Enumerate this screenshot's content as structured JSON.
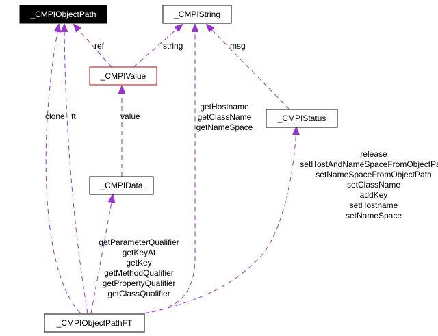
{
  "nodes": {
    "object_path": "_CMPIObjectPath",
    "string": "_CMPIString",
    "value": "_CMPIValue",
    "status": "_CMPIStatus",
    "data": "_CMPIData",
    "object_path_ft": "_CMPIObjectPathFT"
  },
  "edge_labels": {
    "ref": "ref",
    "string": "string",
    "msg": "msg",
    "value": "value",
    "clone": "clone",
    "ft": "ft",
    "string_methods": [
      "getHostname",
      "getClassName",
      "getNameSpace"
    ],
    "status_methods": [
      "release",
      "setHostAndNameSpaceFromObjectPath",
      "setNameSpaceFromObjectPath",
      "setClassName",
      "addKey",
      "setHostname",
      "setNameSpace"
    ],
    "data_methods": [
      "getParameterQualifier",
      "getKeyAt",
      "getKey",
      "getMethodQualifier",
      "getPropertyQualifier",
      "getClassQualifier"
    ]
  },
  "colors": {
    "edge": "#9a32cd",
    "highlight_border": "#cc0000",
    "root_fill": "#000000"
  }
}
